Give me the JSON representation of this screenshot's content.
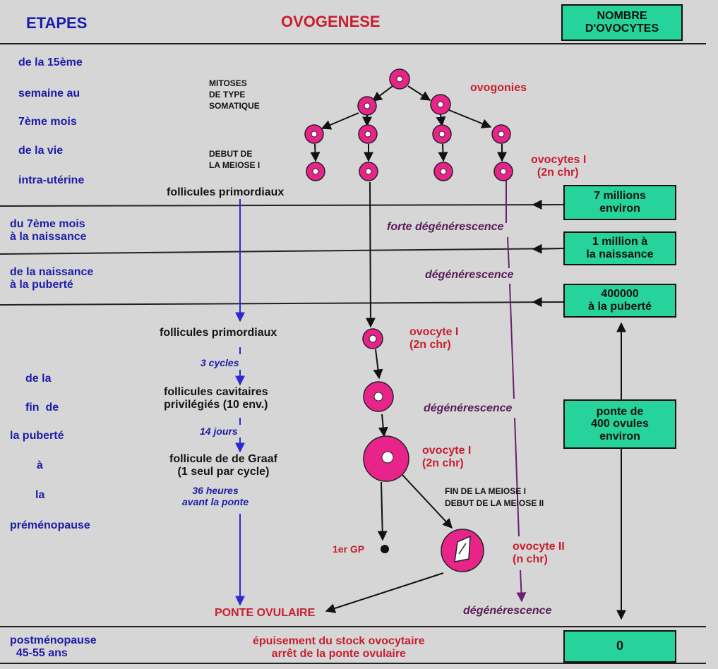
{
  "header": {
    "etapes": "ETAPES",
    "title": "OVOGENESE",
    "count_header": "NOMBRE\nD'OVOCYTES"
  },
  "stages": {
    "s1": [
      "de la 15ème",
      "semaine au",
      "7ème mois",
      "de la vie",
      "intra-utérine"
    ],
    "s2": "du 7ème mois\nà la naissance",
    "s3": "de la naissance\nà la puberté",
    "s4": [
      "de la",
      "fin  de",
      "la puberté",
      "à",
      "la",
      "préménopause"
    ],
    "s5": "postménopause\n  45-55 ans"
  },
  "labels": {
    "mitoses": "MITOSES\nDE TYPE\nSOMATIQUE",
    "debut_meiose": "DEBUT DE\nLA MEIOSE I",
    "ovogonies": "ovogonies",
    "ovocytes_1": "ovocytes I\n  (2n chr)",
    "follicules_primordiaux_1": "follicules primordiaux",
    "forte_degenerescence": "forte dégénérescence",
    "degenerescence_1": "dégénérescence",
    "follicules_primordiaux_2": "follicules primordiaux",
    "ovocyte_1a": "ovocyte I\n(2n chr)",
    "cycles": "3 cycles",
    "follicules_cavitaires": "follicules cavitaires\nprivilégiés (10 env.)",
    "degenerescence_2": "dégénérescence",
    "jours": "14 jours",
    "follicule_graaf": "follicule de de Graaf\n(1 seul par cycle)",
    "ovocyte_1b": "ovocyte I\n(2n chr)",
    "heures": "36 heures\navant la ponte",
    "fin_meiose": "FIN DE LA MEIOSE I\nDEBUT DE LA MEIOSE II",
    "gp": "1er GP",
    "ovocyte_2": "ovocyte II\n(n chr)",
    "ponte_ovulaire": "PONTE OVULAIRE",
    "degenerescence_3": "dégénérescence",
    "epuisement": "épuisement du stock ovocytaire\narrêt de la ponte ovulaire"
  },
  "counts": {
    "c1": "7 millions\nenviron",
    "c2": "1 million à\nla naissance",
    "c3": "400000\nà la puberté",
    "c4": "ponte de\n400 ovules\nenviron",
    "c5": "0"
  },
  "colors": {
    "background": "#d6d6d6",
    "count_box": "#26d39a",
    "cell": "#e8248a",
    "stage_text": "#1c1ca8",
    "red_text": "#c81e2e",
    "degeneration_text": "#5a1a57"
  }
}
